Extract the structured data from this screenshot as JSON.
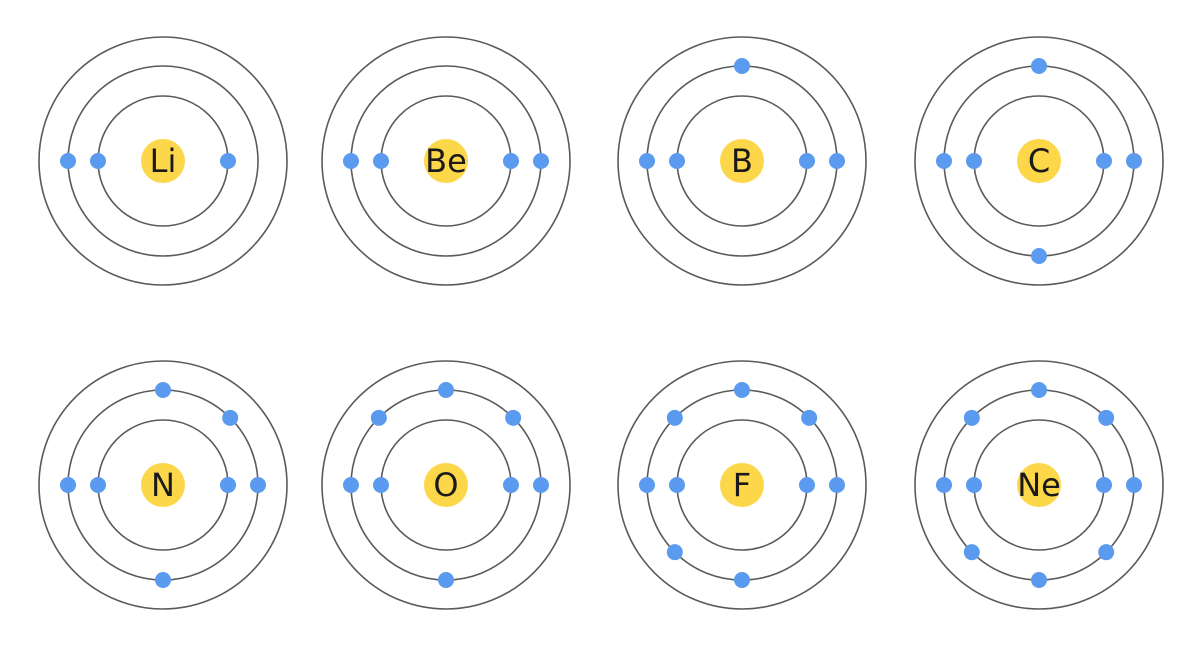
{
  "colors": {
    "orbit": "#5a5a5a",
    "electron": "#5b9bef",
    "nucleus": "#fdd74a",
    "symbol_text": "#1a1a1a",
    "background": "#ffffff"
  },
  "atoms": [
    {
      "symbol": "Li",
      "shells": [
        {
          "electrons": [
            0,
            180
          ]
        },
        {
          "electrons": [
            180
          ]
        },
        {
          "electrons": []
        }
      ]
    },
    {
      "symbol": "Be",
      "shells": [
        {
          "electrons": [
            0,
            180
          ]
        },
        {
          "electrons": [
            0,
            180
          ]
        },
        {
          "electrons": []
        }
      ]
    },
    {
      "symbol": "B",
      "shells": [
        {
          "electrons": [
            0,
            180
          ]
        },
        {
          "electrons": [
            0,
            90,
            180
          ]
        },
        {
          "electrons": []
        }
      ]
    },
    {
      "symbol": "C",
      "shells": [
        {
          "electrons": [
            0,
            180
          ]
        },
        {
          "electrons": [
            0,
            90,
            180,
            270
          ]
        },
        {
          "electrons": []
        }
      ]
    },
    {
      "symbol": "N",
      "shells": [
        {
          "electrons": [
            0,
            180
          ]
        },
        {
          "electrons": [
            0,
            45,
            90,
            180,
            270
          ]
        },
        {
          "electrons": []
        }
      ]
    },
    {
      "symbol": "O",
      "shells": [
        {
          "electrons": [
            0,
            180
          ]
        },
        {
          "electrons": [
            0,
            45,
            90,
            135,
            180,
            270
          ]
        },
        {
          "electrons": []
        }
      ]
    },
    {
      "symbol": "F",
      "shells": [
        {
          "electrons": [
            0,
            180
          ]
        },
        {
          "electrons": [
            0,
            45,
            90,
            135,
            180,
            225,
            270
          ]
        },
        {
          "electrons": []
        }
      ]
    },
    {
      "symbol": "Ne",
      "shells": [
        {
          "electrons": [
            0,
            180
          ]
        },
        {
          "electrons": [
            0,
            45,
            90,
            135,
            180,
            225,
            270,
            315
          ]
        },
        {
          "electrons": []
        }
      ]
    }
  ]
}
